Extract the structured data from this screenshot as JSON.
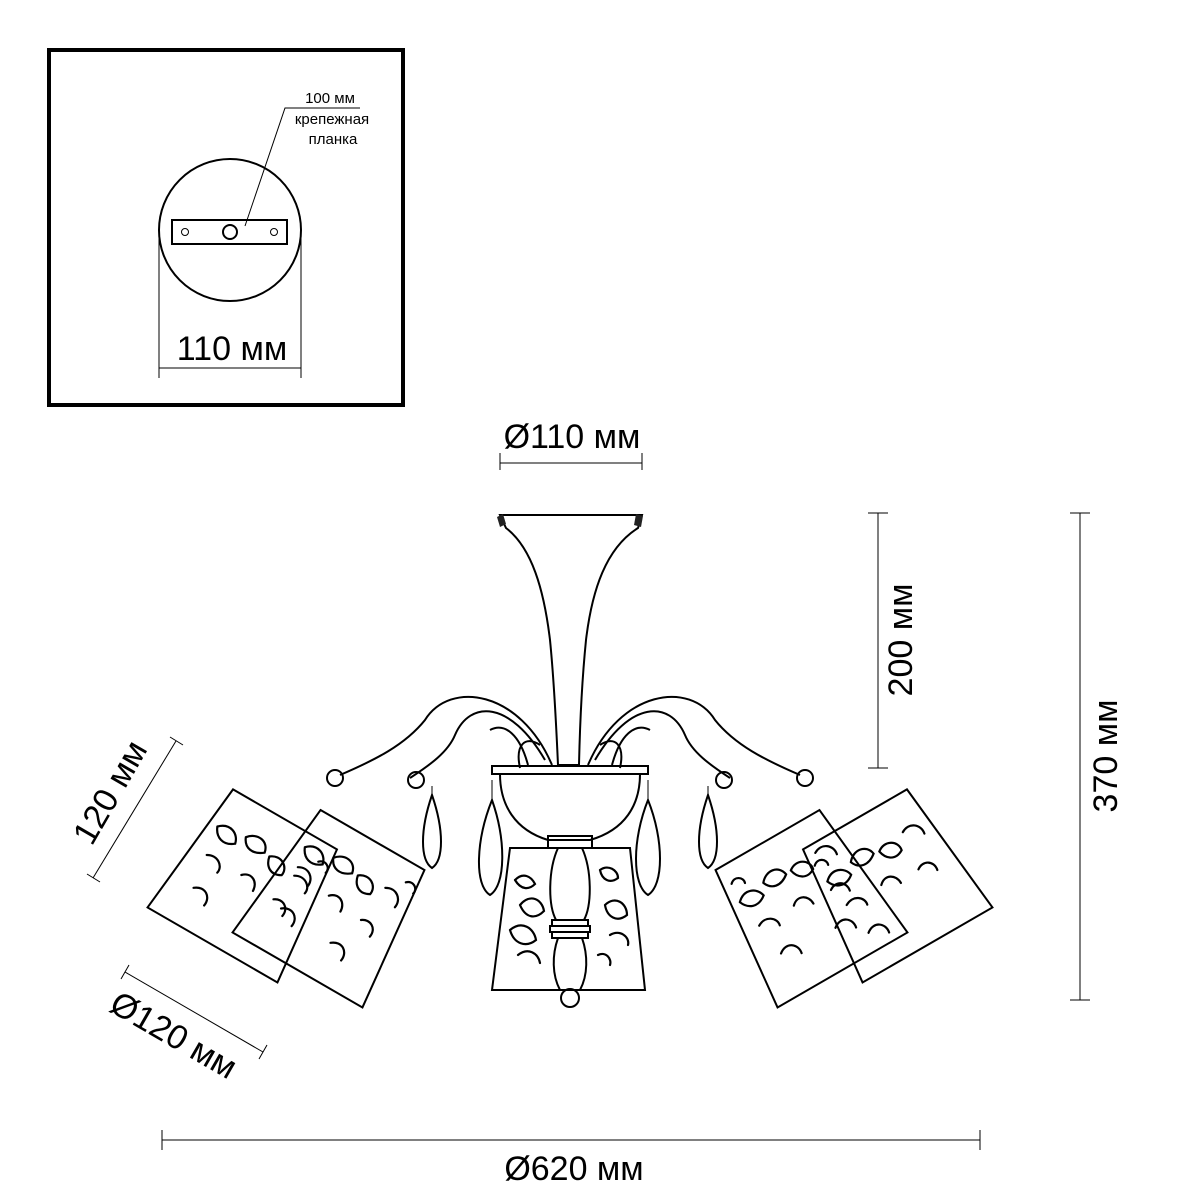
{
  "inset": {
    "plate_note_line1": "100 мм",
    "plate_note_line2": "крепежная",
    "plate_note_line3": "планка",
    "base_width": "110 мм"
  },
  "dimensions": {
    "canopy_diameter": "Ø110 мм",
    "canopy_height": "200 мм",
    "total_height": "370 мм",
    "shade_height": "120 мм",
    "shade_diameter": "Ø120 мм",
    "total_diameter": "Ø620 мм"
  }
}
